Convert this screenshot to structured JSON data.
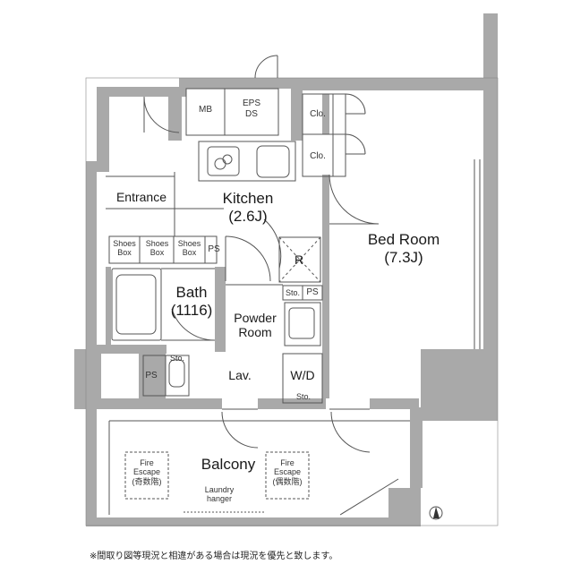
{
  "rooms": {
    "kitchen": {
      "name": "Kitchen",
      "size": "(2.6J)"
    },
    "bed_room": {
      "name": "Bed Room",
      "size": "(7.3J)"
    },
    "entrance": "Entrance",
    "bath": {
      "name": "Bath",
      "size": "(1116)"
    },
    "powder_room": {
      "name": "Powder",
      "name2": "Room"
    },
    "lavatory": "Lav.",
    "washer_dryer": "W/D",
    "balcony": "Balcony"
  },
  "utilities": {
    "mb": "MB",
    "eps_ds": {
      "line1": "EPS",
      "line2": "DS"
    },
    "closet_1": "Clo.",
    "closet_2": "Clo.",
    "shoes_box_1": {
      "line1": "Shoes",
      "line2": "Box"
    },
    "shoes_box_2": {
      "line1": "Shoes",
      "line2": "Box"
    },
    "shoes_box_3": {
      "line1": "Shoes",
      "line2": "Box"
    },
    "ps_top": "PS",
    "ps_mid": "PS",
    "ps_left": "PS",
    "refrigerator": "R",
    "storage_top": "Sto.",
    "storage_lav": "Sto.",
    "storage_wd": "Sto."
  },
  "balcony_items": {
    "fire_escape_odd": {
      "line1": "Fire",
      "line2": "Escape",
      "line3": "(奇数階)"
    },
    "fire_escape_even": {
      "line1": "Fire",
      "line2": "Escape",
      "line3": "(偶数階)"
    },
    "laundry": {
      "line1": "Laundry",
      "line2": "hanger"
    }
  },
  "footnote": "※間取り図等現況と相違がある場合は現況を優先と致します。",
  "colors": {
    "wall": "#a9a9a9",
    "line": "#555555",
    "background": "#ffffff"
  }
}
